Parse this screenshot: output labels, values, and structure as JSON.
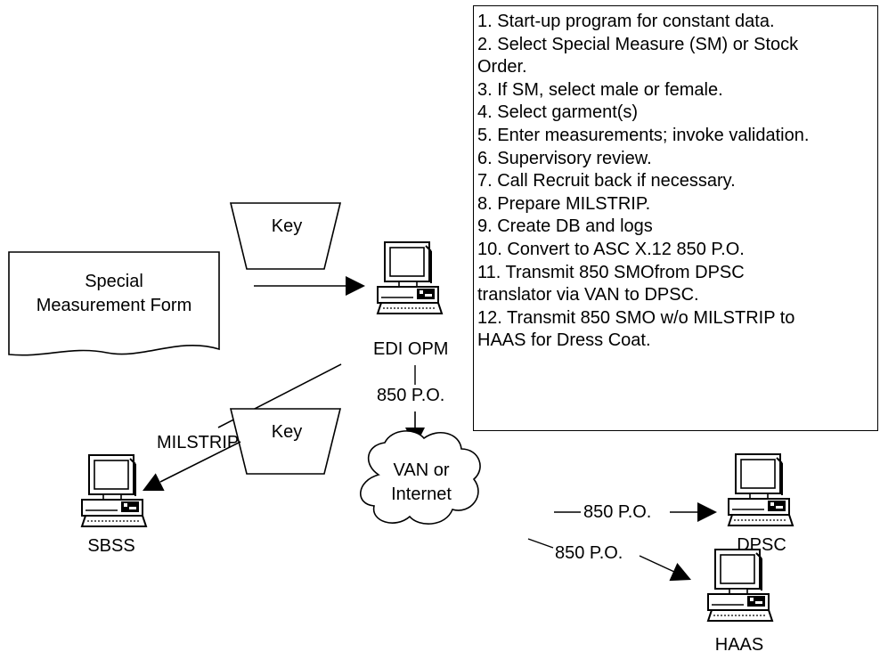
{
  "form": {
    "line1": "Special",
    "line2": "Measurement Form"
  },
  "key_top": "Key",
  "key_bottom": "Key",
  "nodes": {
    "edi_opm": "EDI OPM",
    "sbss": "SBSS",
    "dpsc": "DPSC",
    "haas": "HAAS",
    "van_line1": "VAN or",
    "van_line2": "Internet"
  },
  "edges": {
    "edi_to_van": "850 P.O.",
    "van_to_dpsc": "850 P.O.",
    "van_to_haas": "850 P.O.",
    "key_to_sbss": "MILSTRIP"
  },
  "steps": [
    "1. Start-up program for constant data.",
    "2. Select Special Measure (SM) or Stock",
    "Order.",
    "3. If SM, select male or female.",
    "4. Select garment(s)",
    "5. Enter measurements; invoke validation.",
    "6. Supervisory review.",
    "7. Call Recruit back if necessary.",
    "8. Prepare MILSTRIP.",
    "9. Create DB and logs",
    "10. Convert to ASC X.12 850 P.O.",
    "11. Transmit 850 SMOfrom DPSC",
    "translator via VAN to DPSC.",
    "12. Transmit 850 SMO w/o MILSTRIP to",
    "HAAS for Dress Coat."
  ]
}
